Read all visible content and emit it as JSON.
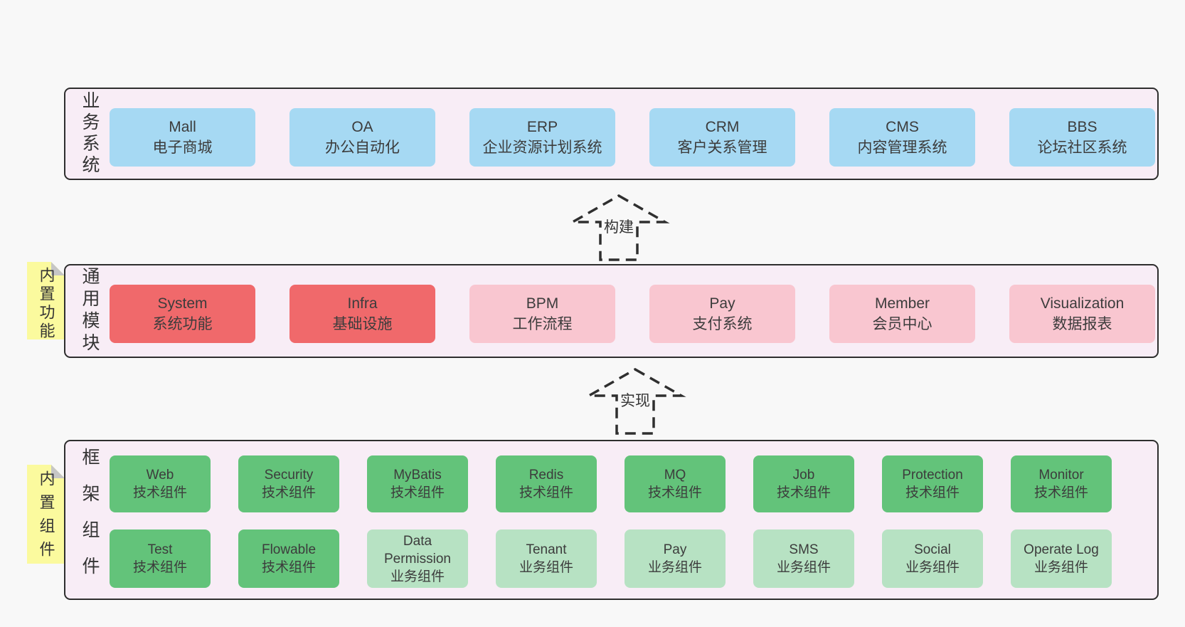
{
  "sections": {
    "business": {
      "label": "业务系统",
      "items": [
        {
          "name": "Mall",
          "desc": "电子商城"
        },
        {
          "name": "OA",
          "desc": "办公自动化"
        },
        {
          "name": "ERP",
          "desc": "企业资源计划系统"
        },
        {
          "name": "CRM",
          "desc": "客户关系管理"
        },
        {
          "name": "CMS",
          "desc": "内容管理系统"
        },
        {
          "name": "BBS",
          "desc": "论坛社区系统"
        }
      ]
    },
    "modules": {
      "label": "通用模块",
      "sticky": "内置功能",
      "items": [
        {
          "name": "System",
          "desc": "系统功能"
        },
        {
          "name": "Infra",
          "desc": "基础设施"
        },
        {
          "name": "BPM",
          "desc": "工作流程"
        },
        {
          "name": "Pay",
          "desc": "支付系统"
        },
        {
          "name": "Member",
          "desc": "会员中心"
        },
        {
          "name": "Visualization",
          "desc": "数据报表"
        }
      ]
    },
    "framework": {
      "label": "框架组件",
      "sticky": "内置组件",
      "row1": [
        {
          "name": "Web",
          "desc": "技术组件"
        },
        {
          "name": "Security",
          "desc": "技术组件"
        },
        {
          "name": "MyBatis",
          "desc": "技术组件"
        },
        {
          "name": "Redis",
          "desc": "技术组件"
        },
        {
          "name": "MQ",
          "desc": "技术组件"
        },
        {
          "name": "Job",
          "desc": "技术组件"
        },
        {
          "name": "Protection",
          "desc": "技术组件"
        },
        {
          "name": "Monitor",
          "desc": "技术组件"
        }
      ],
      "row2": [
        {
          "name": "Test",
          "desc": "技术组件"
        },
        {
          "name": "Flowable",
          "desc": "技术组件"
        },
        {
          "name": "Data Permission",
          "desc": "业务组件"
        },
        {
          "name": "Tenant",
          "desc": "业务组件"
        },
        {
          "name": "Pay",
          "desc": "业务组件"
        },
        {
          "name": "SMS",
          "desc": "业务组件"
        },
        {
          "name": "Social",
          "desc": "业务组件"
        },
        {
          "name": "Operate Log",
          "desc": "业务组件"
        }
      ]
    }
  },
  "arrows": [
    {
      "label": "构建"
    },
    {
      "label": "实现"
    }
  ],
  "colors": {
    "page_bg": "#f8f8f8",
    "container_fill": "#f8edf6",
    "container_border": "#2e2e2e",
    "blue": "#a6d9f3",
    "red": "#f0696b",
    "pink": "#f9c6d0",
    "green": "#63c37a",
    "light_green": "#b7e2c3",
    "sticky_yellow": "#fbfa9e",
    "text": "#3c3c3c"
  }
}
